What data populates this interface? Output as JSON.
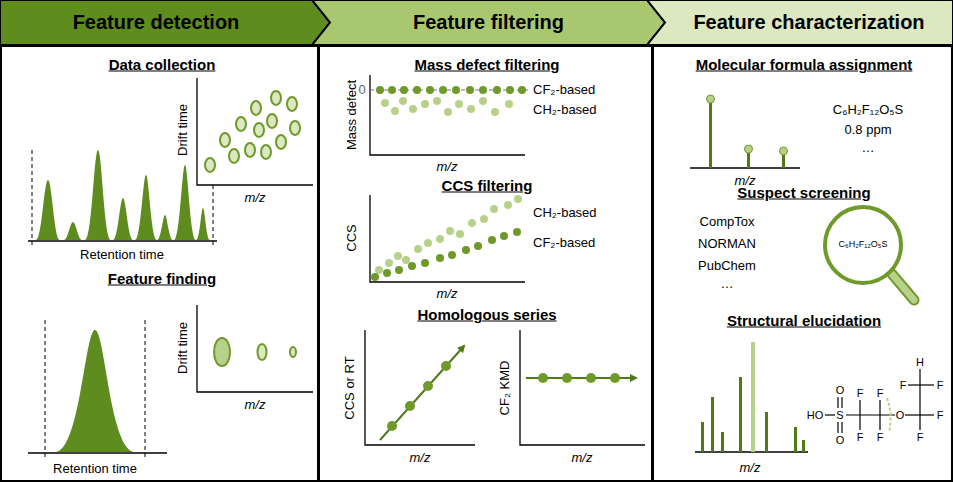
{
  "diagram": {
    "nodes": [
      {
        "text": [
          "Feature detection"
        ]
      },
      {
        "text": [
          "Feature filtering"
        ]
      },
      {
        "text": [
          "Feature characterization"
        ]
      },
      {
        "text": [
          "Data collection",
          "Feature finding"
        ]
      },
      {
        "text": [
          "Mass defect filtering",
          "CCS filtering",
          "Homologous series"
        ]
      },
      {
        "text": [
          "Molecular formula assignment",
          "Suspect screening",
          "Structural elucidation"
        ]
      }
    ],
    "labels": [
      "Drift time",
      "m/z",
      "Retention time",
      "Drift time",
      "m/z",
      "Retention time",
      "Mass defect",
      "0",
      "CF₂-based",
      "CH₂-based",
      "m/z",
      "CCS",
      "CH₂-based",
      "CF₂-based",
      "m/z",
      "CCS or RT",
      "m/z",
      "CF₂ KMD",
      "m/z",
      "m/z",
      "C₆H₂F₁₂O₅S",
      "0.8 ppm",
      "…",
      "CompTox",
      "NORMAN",
      "PubChem",
      "…",
      "C₆H₂F₁₂O₅S",
      "m/z",
      "HO",
      "S",
      "O",
      "O",
      "F",
      "F",
      "F",
      "F",
      "O",
      "F",
      "F",
      "F",
      "F",
      "H"
    ]
  }
}
